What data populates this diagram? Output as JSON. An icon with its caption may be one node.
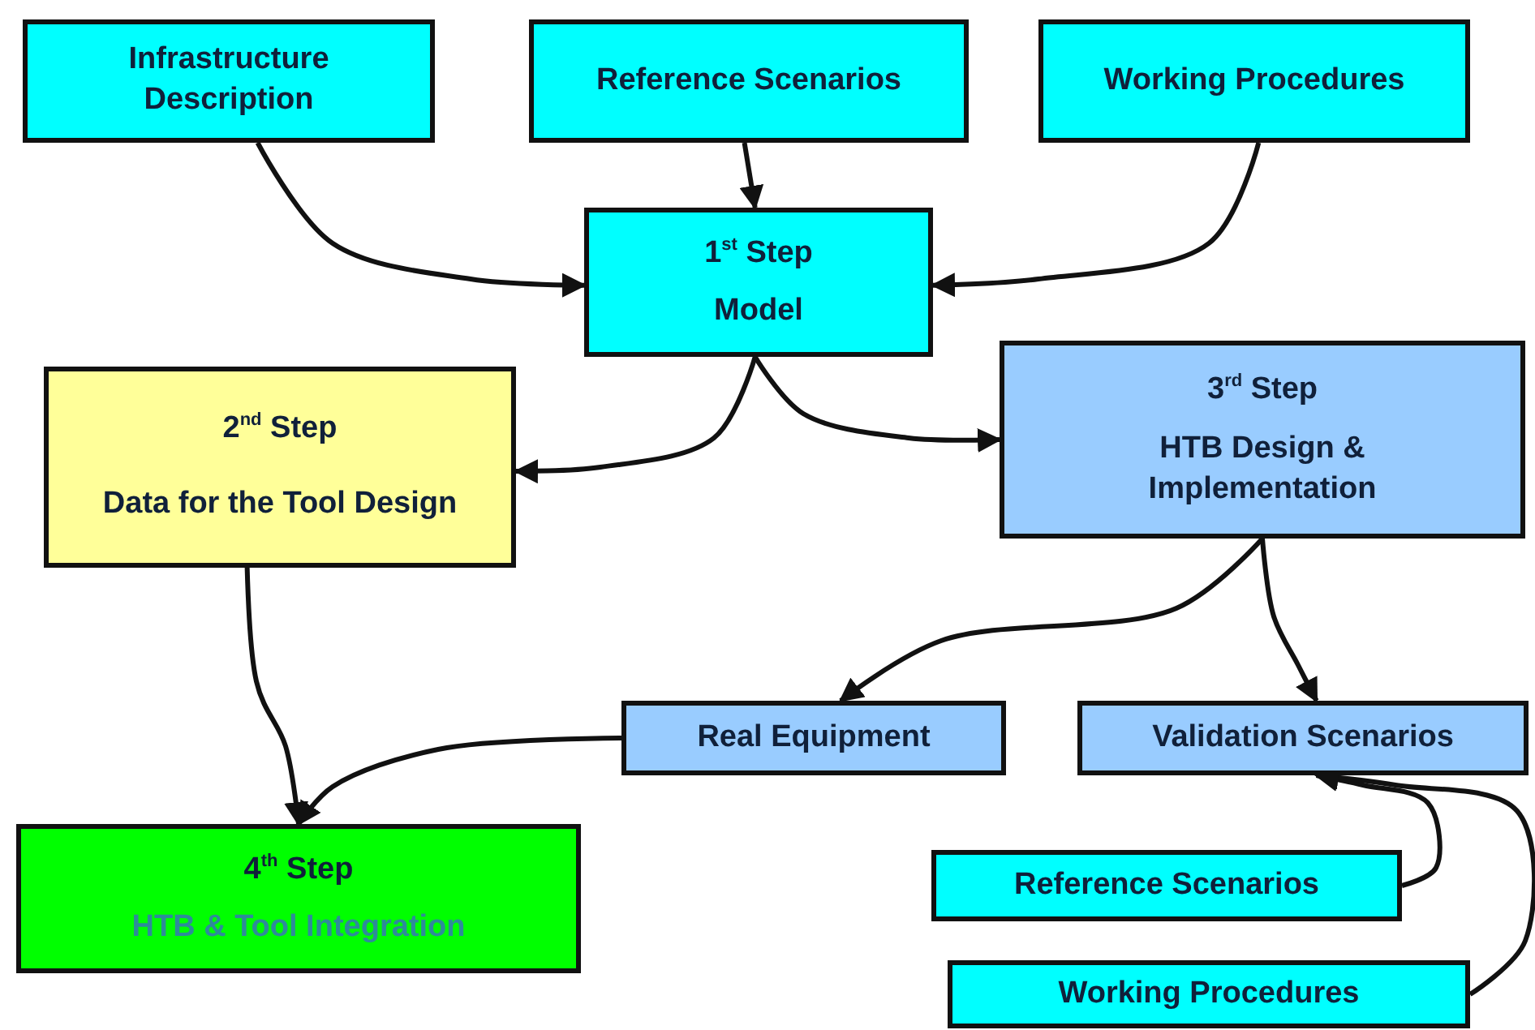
{
  "diagram": {
    "nodes": [
      {
        "text": [
          "Infrastructure Description"
        ]
      },
      {
        "text": [
          "Reference Scenarios"
        ]
      },
      {
        "text": [
          "Working Procedures"
        ]
      },
      {
        "text": [
          "1$^{st}$ Step",
          "Model"
        ]
      },
      {
        "text": [
          "2$^{nd}$ Step",
          "Data for the Tool Design"
        ]
      },
      {
        "text": [
          "3$^{rd}$ Step",
          "HTB Design & Implementation"
        ]
      },
      {
        "text": [
          "Real Equipment"
        ]
      },
      {
        "text": [
          "Validation Scenarios"
        ]
      },
      {
        "text": [
          "4$^{th}$ Step",
          "HTB & Tool Integration"
        ]
      },
      {
        "text": [
          "Reference Scenarios"
        ]
      },
      {
        "text": [
          "Working Procedures"
        ]
      }
    ],
    "edges": [
      {
        "from": 0,
        "to": 3,
        "arrow": "to"
      },
      {
        "from": 1,
        "to": 3,
        "arrow": "to"
      },
      {
        "from": 2,
        "to": 3,
        "arrow": "to"
      },
      {
        "from": 3,
        "to": 4,
        "arrow": "to"
      },
      {
        "from": 3,
        "to": 5,
        "arrow": "to"
      },
      {
        "from": 5,
        "to": 6,
        "arrow": "to"
      },
      {
        "from": 5,
        "to": 7,
        "arrow": "to"
      },
      {
        "from": 4,
        "to": 8,
        "arrow": "to"
      },
      {
        "from": 6,
        "to": 8,
        "arrow": "to"
      },
      {
        "from": 9,
        "to": 7,
        "arrow": "to"
      },
      {
        "from": 10,
        "to": 7,
        "arrow": "to"
      }
    ]
  }
}
